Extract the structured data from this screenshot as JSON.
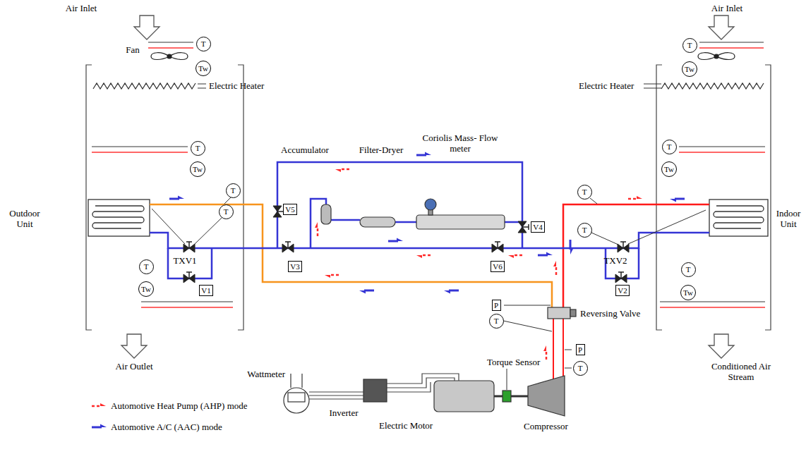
{
  "diagram": {
    "nodes": [
      {
        "text": [
          "T"
        ]
      },
      {
        "text": [
          "Tw"
        ]
      },
      {
        "text": [
          "T"
        ]
      },
      {
        "text": [
          "Tw"
        ]
      },
      {
        "text": [
          "T"
        ]
      },
      {
        "text": [
          "Tw"
        ]
      },
      {
        "text": [
          "T"
        ]
      },
      {
        "text": [
          "Tw"
        ]
      },
      {
        "text": [
          "T"
        ]
      },
      {
        "text": [
          "T"
        ]
      },
      {
        "text": [
          "V5"
        ]
      },
      {
        "text": [
          "T"
        ]
      },
      {
        "text": [
          "V4"
        ]
      },
      {
        "text": [
          "T"
        ]
      },
      {
        "text": [
          "V3"
        ]
      },
      {
        "text": [
          "V6"
        ]
      },
      {
        "text": [
          "T"
        ]
      },
      {
        "text": [
          "Tw"
        ]
      },
      {
        "text": [
          "V1"
        ]
      },
      {
        "text": [
          "V2"
        ]
      },
      {
        "text": [
          "T"
        ]
      },
      {
        "text": [
          "Tw"
        ]
      },
      {
        "text": [
          "P"
        ]
      },
      {
        "text": [
          "T"
        ]
      },
      {
        "text": [
          "P"
        ]
      },
      {
        "text": [
          "T"
        ]
      }
    ],
    "labels": [
      "Air Inlet",
      "Air Inlet",
      "Fan",
      "Electric Heater",
      "Electric Heater",
      "Accumulator",
      "Filter-Dryer",
      "Coriolis Mass- Flow meter",
      "Outdoor Unit",
      "Indoor Unit",
      "TXV1",
      "TXV2",
      "Reversing Valve",
      "Torque Sensor",
      "Air Outlet",
      "Conditioned Air Stream",
      "Wattmeter",
      "Inverter",
      "Electric Motor",
      "Compressor"
    ],
    "legend": [
      {
        "text": "Automotive Heat Pump (AHP) mode"
      },
      {
        "text": "Automotive A/C (AAC) mode"
      }
    ]
  }
}
